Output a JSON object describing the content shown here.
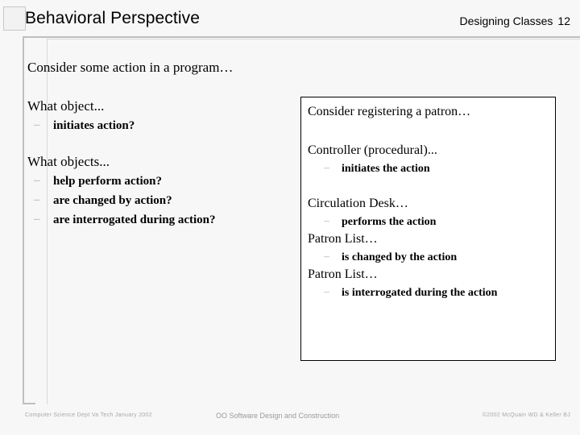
{
  "header": {
    "title": "Behavioral Perspective",
    "deck_label": "Designing Classes",
    "slide_number": "12"
  },
  "left_column": {
    "lead": "Consider some action in a program…",
    "groups": [
      {
        "heading": "What object...",
        "items": [
          "initiates action?"
        ]
      },
      {
        "heading": "What objects...",
        "items": [
          "help perform action?",
          "are changed by action?",
          "are interrogated during action?"
        ]
      }
    ],
    "dash_glyph": "–"
  },
  "panel": {
    "lead": "Consider registering a patron…",
    "entries": [
      {
        "heading": "Controller (procedural)...",
        "detail": "initiates the action"
      },
      {
        "heading": "Circulation Desk…",
        "detail": "performs the action"
      },
      {
        "heading": "Patron List…",
        "detail": "is changed by the action"
      },
      {
        "heading": "Patron List…",
        "detail": "is interrogated during the action"
      }
    ],
    "dash_glyph": "–"
  },
  "footer": {
    "left": "Computer Science Dept Va Tech January 2002",
    "center": "OO Software Design and Construction",
    "right": "©2002 McQuain WD & Keller BJ"
  },
  "colors": {
    "background": "#f7f7f7",
    "panel_background": "#ffffff",
    "panel_border": "#000000",
    "rule": "#bfbfbf",
    "rule_inner": "#d8d8d8",
    "dash": "#b0b0b0",
    "footer_text": "#a8a8a8",
    "text": "#000000"
  }
}
